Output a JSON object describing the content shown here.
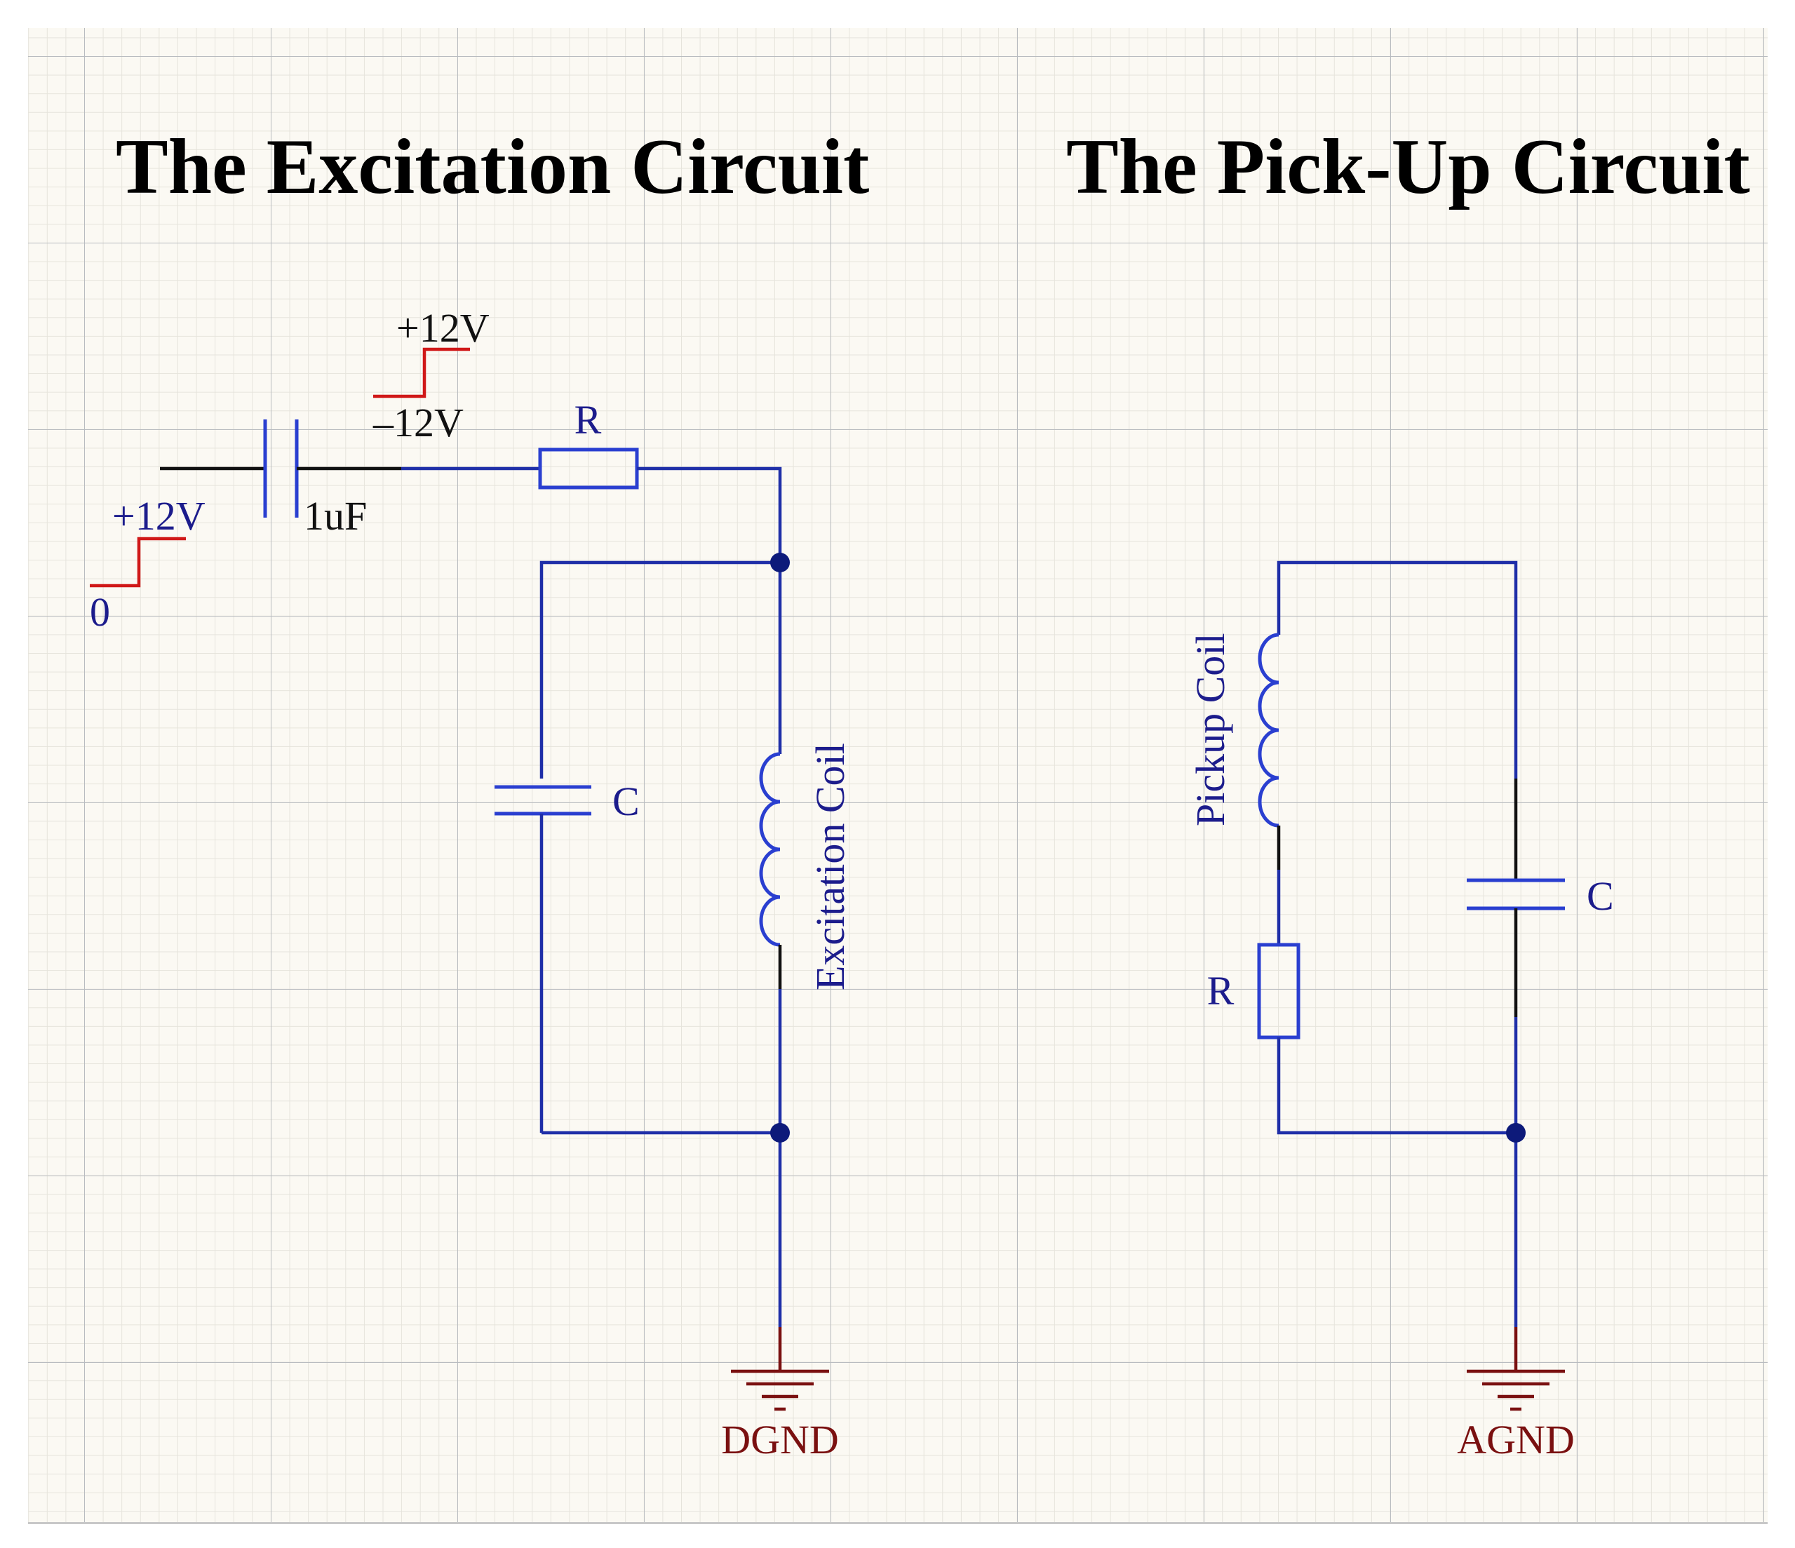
{
  "titles": {
    "excitation": "The Excitation Circuit",
    "pickup": "The Pick-Up Circuit"
  },
  "excitation_circuit": {
    "input_pulse_high": "+12V",
    "input_pulse_low": "0",
    "coupling_cap_value": "1uF",
    "coupled_pulse_high": "+12V",
    "coupled_pulse_low": "–12V",
    "resistor_label": "R",
    "capacitor_label": "C",
    "coil_label": "Excitation Coil",
    "ground_label": "DGND"
  },
  "pickup_circuit": {
    "coil_label": "Pickup Coil",
    "resistor_label": "R",
    "capacitor_label": "C",
    "ground_label": "AGND"
  },
  "colors": {
    "wire": "#1f2fa8",
    "component": "#2a3fd0",
    "pulse": "#d01818",
    "ground": "#7a1010",
    "node": "#0d1a7a"
  }
}
